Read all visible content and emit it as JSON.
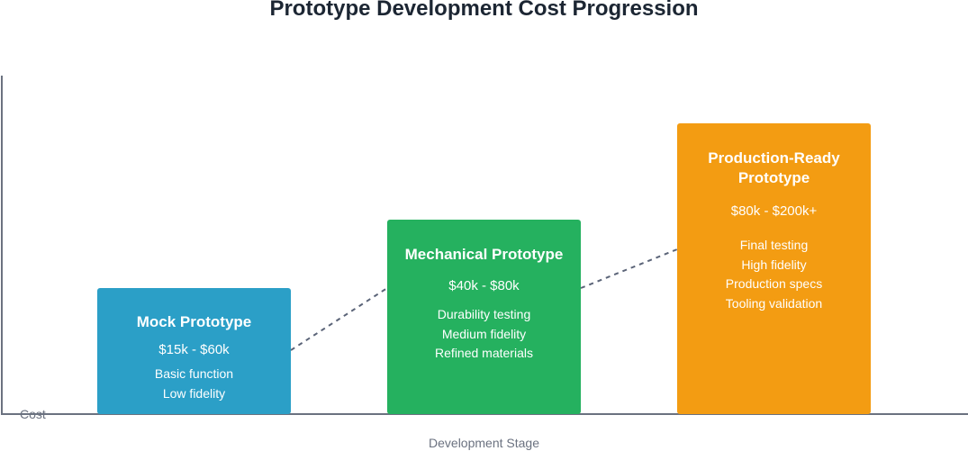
{
  "title": "Prototype Development Cost Progression",
  "axes": {
    "y_label": "Cost",
    "x_label": "Development Stage"
  },
  "colors": {
    "axis": "#6b7280",
    "connector": "#5b6478",
    "mock": "#2b9fc7",
    "mechanical": "#25b15f",
    "production": "#f39c12"
  },
  "stages": [
    {
      "name": "Mock Prototype",
      "cost": "$15k - $60k",
      "features": [
        "Basic function",
        "Low fidelity"
      ]
    },
    {
      "name": "Mechanical Prototype",
      "cost": "$40k - $80k",
      "features": [
        "Durability testing",
        "Medium fidelity",
        "Refined materials"
      ]
    },
    {
      "name": "Production-Ready Prototype",
      "cost": "$80k - $200k+",
      "features": [
        "Final testing",
        "High fidelity",
        "Production specs",
        "Tooling validation"
      ]
    }
  ]
}
